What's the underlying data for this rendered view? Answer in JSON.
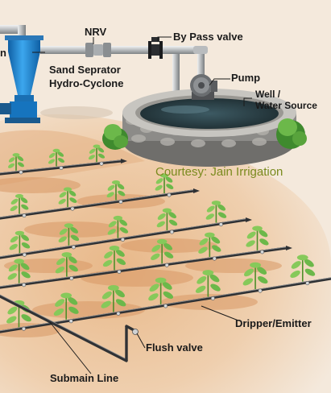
{
  "labels": {
    "nrv": "NRV",
    "bypass_valve": "By Pass valve",
    "sand_separator_line1": "Sand Seprator",
    "sand_separator_line2": "Hydro-Cyclone",
    "partial_left": "n",
    "pump": "Pump",
    "well_line1": "Well /",
    "well_line2": "Water Source",
    "dripper_emitter": "Dripper/Emitter",
    "flush_valve": "Flush valve",
    "submain_line": "Submain Line"
  },
  "credit": "Courtesy: Jain Irrigation",
  "colors": {
    "background": "#f4e9dc",
    "soil": "#e6b98d",
    "pipe": "#4d4f52",
    "pipe_silver": "#c9cbcc",
    "cyclone_blue": "#1c86d0",
    "plant_green": "#7fbf3f",
    "credit_green": "#7a8a1e"
  }
}
